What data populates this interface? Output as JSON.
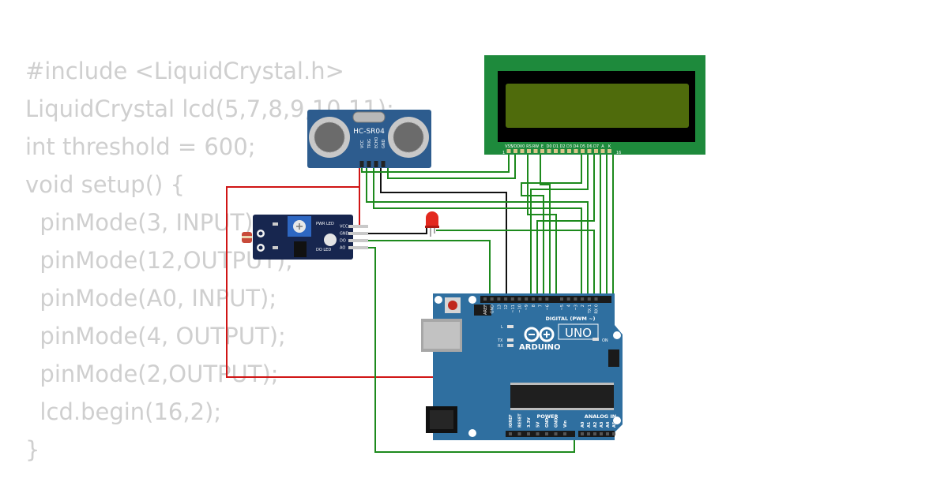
{
  "code_lines": [
    "#include <LiquidCrystal.h>",
    "LiquidCrystal lcd(5,7,8,9,10,11);",
    "int threshold = 600;",
    "void setup() {",
    "  pinMode(3, INPUT);",
    "  pinMode(12,OUTPUT);",
    "  pinMode(A0, INPUT);",
    "  pinMode(4, OUTPUT);",
    "  pinMode(2,OUTPUT);",
    "  lcd.begin(16,2);",
    "}"
  ],
  "ultrasonic": {
    "model": "HC-SR04",
    "pins": [
      "VCC",
      "TRIG",
      "ECHO",
      "GND"
    ]
  },
  "lcd": {
    "pins": [
      "VSS",
      "VDD",
      "V0",
      "RS",
      "RW",
      "E",
      "D0",
      "D1",
      "D2",
      "D3",
      "D4",
      "D5",
      "D6",
      "D7",
      "A",
      "K"
    ],
    "pin_first": "1",
    "pin_last": "16",
    "screen_color": "#4f6b0c",
    "board_color": "#1e8a3c"
  },
  "ldr_module": {
    "pins": [
      "VCC",
      "GND",
      "DO",
      "AO"
    ],
    "leds": [
      "PWR LED",
      "DO LED"
    ]
  },
  "arduino": {
    "brand": "ARDUINO",
    "model": "UNO",
    "digital_label": "DIGITAL (PWM ~)",
    "power_label": "POWER",
    "analog_label": "ANALOG IN",
    "top_pins": [
      "AREF",
      "GND",
      "13",
      "12",
      "~11",
      "~10",
      "~9",
      "8",
      "7",
      "~6",
      "~5",
      "4",
      "~3",
      "2",
      "TX 1",
      "RX 0"
    ],
    "power_pins": [
      "IOREF",
      "RESET",
      "3.3V",
      "5V",
      "GND",
      "GND",
      "Vin"
    ],
    "analog_pins": [
      "A0",
      "A1",
      "A2",
      "A3",
      "A4",
      "A5"
    ],
    "led_labels": [
      "L",
      "TX",
      "RX",
      "ON"
    ],
    "board_color": "#2f6fa0"
  },
  "wire_colors": {
    "green": "#1d8a1d",
    "red": "#d01515",
    "black": "#111111"
  }
}
